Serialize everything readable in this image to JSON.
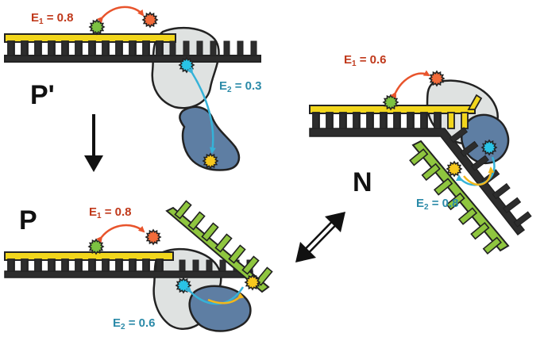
{
  "states": {
    "p_prime": {
      "label": "P'",
      "e1": {
        "prefix": "E",
        "sub": "1",
        "value": " = 0.8"
      },
      "e2": {
        "prefix": "E",
        "sub": "2",
        "value": " = 0.3"
      }
    },
    "n": {
      "label": "N",
      "e1": {
        "prefix": "E",
        "sub": "1",
        "value": " = 0.6"
      },
      "e2": {
        "prefix": "E",
        "sub": "2",
        "value": " = 0.8"
      }
    },
    "p": {
      "label": "P",
      "e1": {
        "prefix": "E",
        "sub": "1",
        "value": " = 0.8"
      },
      "e2": {
        "prefix": "E",
        "sub": "2",
        "value": " = 0.6"
      }
    }
  },
  "colors": {
    "template_strand": "#f2d61c",
    "dark_strand": "#2d2d2d",
    "primer_strand": "#8fc63f",
    "protein_light": "#dfe2e1",
    "protein_dark": "#5e7ea3",
    "dye_green": "#7cc242",
    "dye_orange": "#f26b3a",
    "dye_cyan": "#29c3e6",
    "dye_yellow": "#f7c81e",
    "e1_text": "#c0391b",
    "e2_text": "#2b8aa8"
  },
  "icons": [
    "star-burst-dye-icon",
    "double-arrow-icon",
    "down-arrow-icon"
  ]
}
